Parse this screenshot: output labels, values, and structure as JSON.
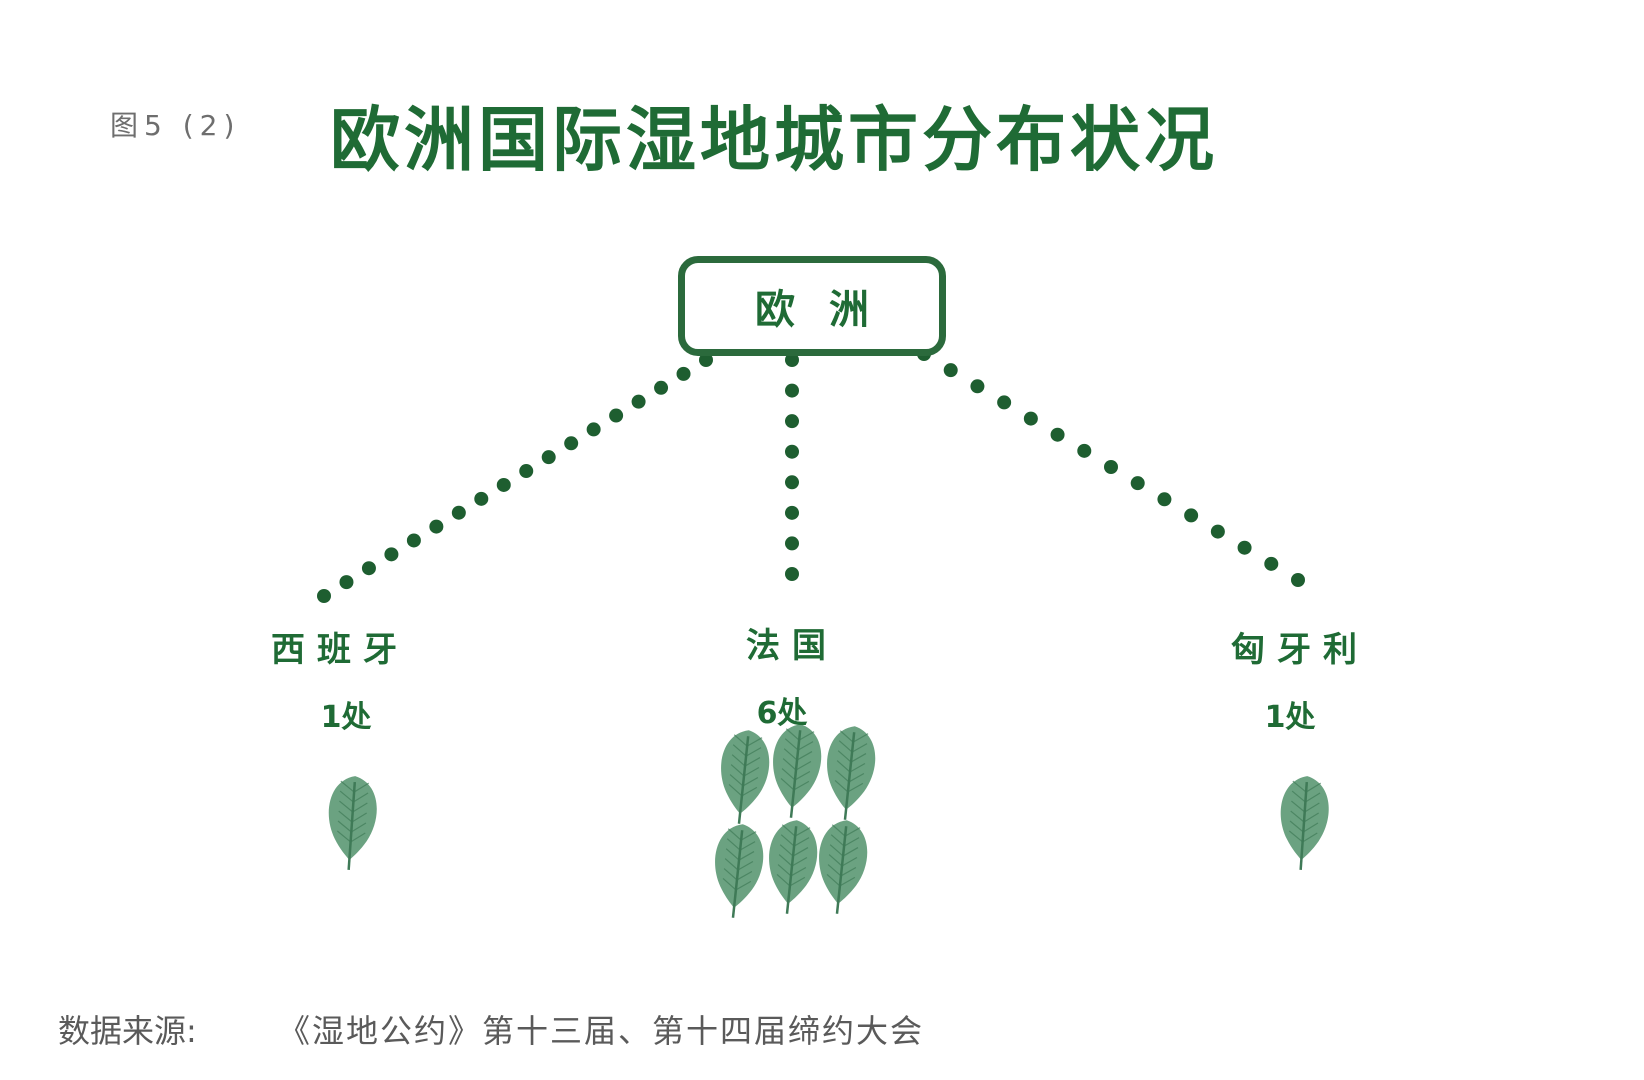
{
  "figure_label": "图5 (2)",
  "title": "欧洲国际湿地城市分布状况",
  "root": {
    "label": "欧洲"
  },
  "countries": [
    {
      "name": "西班牙",
      "count_label": "1处",
      "count": 1
    },
    {
      "name": "法国",
      "count_label": "6处",
      "count": 6
    },
    {
      "name": "匈牙利",
      "count_label": "1处",
      "count": 1
    }
  ],
  "source": {
    "label": "数据来源:",
    "text": "《湿地公约》第十三届、第十四届缔约大会"
  },
  "colors": {
    "primary_green": "#1f6b35",
    "dot_green": "#1e5e30",
    "leaf_green": "#5e9a76",
    "leaf_vein": "#3f7a57",
    "gray_text": "#5a5a5a"
  },
  "icons": {
    "leaf": "leaf-icon"
  }
}
